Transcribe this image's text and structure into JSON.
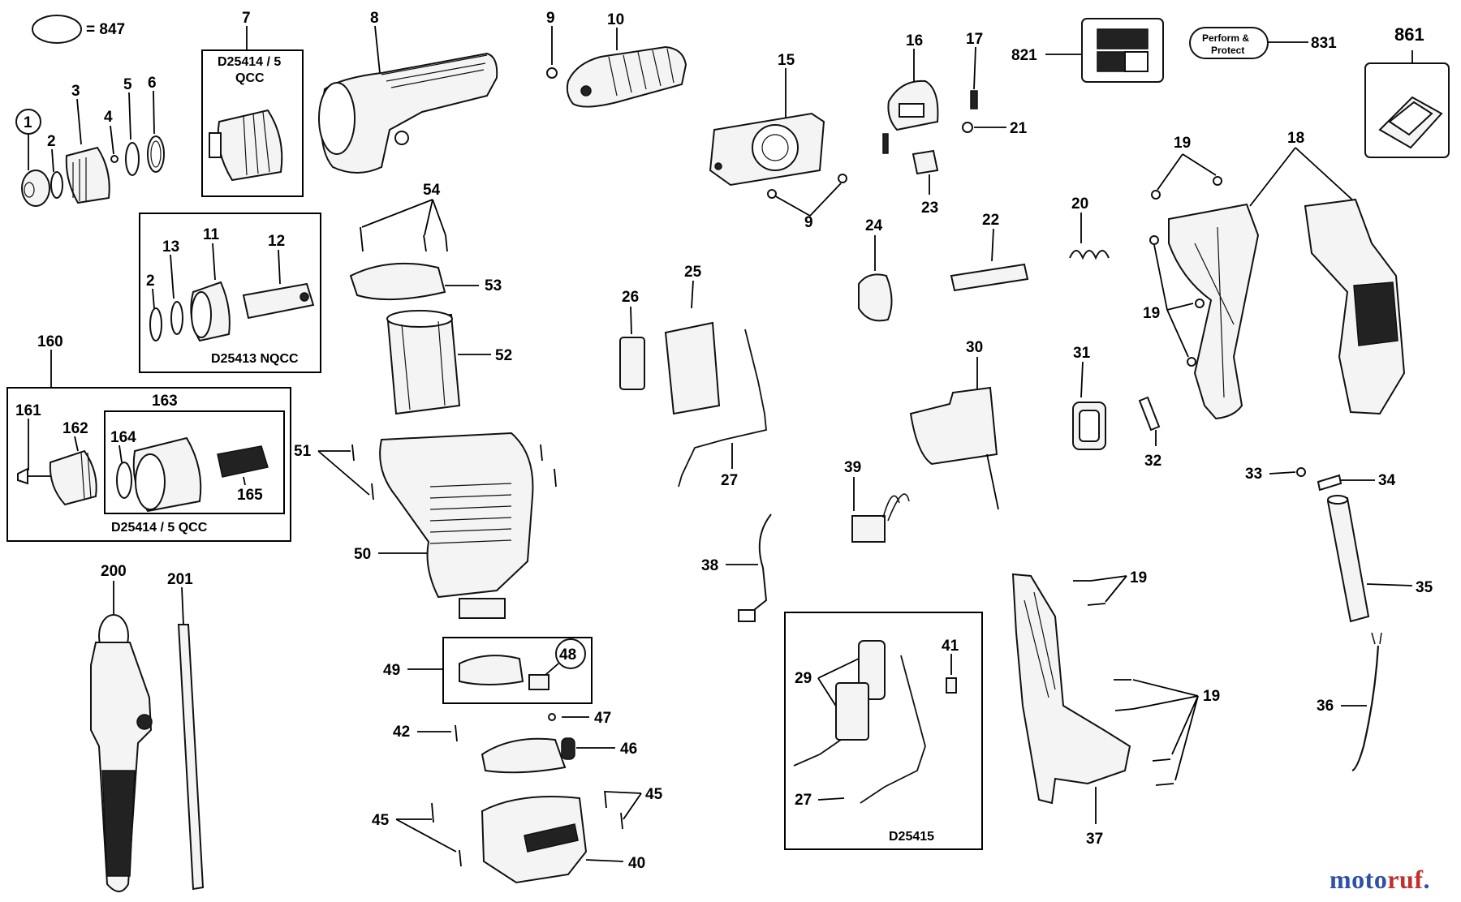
{
  "legend": {
    "ring_equals": "= 847"
  },
  "callouts": [
    {
      "id": "l1",
      "text": "1"
    },
    {
      "id": "l2a",
      "text": "2"
    },
    {
      "id": "l3",
      "text": "3"
    },
    {
      "id": "l4",
      "text": "4"
    },
    {
      "id": "l5",
      "text": "5"
    },
    {
      "id": "l6",
      "text": "6"
    },
    {
      "id": "l7",
      "text": "7"
    },
    {
      "id": "l8",
      "text": "8"
    },
    {
      "id": "l9a",
      "text": "9"
    },
    {
      "id": "l10",
      "text": "10"
    },
    {
      "id": "l15",
      "text": "15"
    },
    {
      "id": "l16",
      "text": "16"
    },
    {
      "id": "l17",
      "text": "17"
    },
    {
      "id": "l821",
      "text": "821"
    },
    {
      "id": "l831",
      "text": "831"
    },
    {
      "id": "l861",
      "text": "861"
    },
    {
      "id": "l21",
      "text": "21"
    },
    {
      "id": "l23",
      "text": "23"
    },
    {
      "id": "l9b",
      "text": "9"
    },
    {
      "id": "l54",
      "text": "54"
    },
    {
      "id": "l53",
      "text": "53"
    },
    {
      "id": "l13",
      "text": "13"
    },
    {
      "id": "l11",
      "text": "11"
    },
    {
      "id": "l12",
      "text": "12"
    },
    {
      "id": "l2b",
      "text": "2"
    },
    {
      "id": "l160",
      "text": "160"
    },
    {
      "id": "l163",
      "text": "163"
    },
    {
      "id": "l161",
      "text": "161"
    },
    {
      "id": "l162",
      "text": "162"
    },
    {
      "id": "l164",
      "text": "164"
    },
    {
      "id": "l165",
      "text": "165"
    },
    {
      "id": "l52",
      "text": "52"
    },
    {
      "id": "l51",
      "text": "51"
    },
    {
      "id": "l50",
      "text": "50"
    },
    {
      "id": "l24",
      "text": "24"
    },
    {
      "id": "l22",
      "text": "22"
    },
    {
      "id": "l20",
      "text": "20"
    },
    {
      "id": "l19a",
      "text": "19"
    },
    {
      "id": "l18",
      "text": "18"
    },
    {
      "id": "l19b",
      "text": "19"
    },
    {
      "id": "l25",
      "text": "25"
    },
    {
      "id": "l26",
      "text": "26"
    },
    {
      "id": "l27a",
      "text": "27"
    },
    {
      "id": "l30",
      "text": "30"
    },
    {
      "id": "l31",
      "text": "31"
    },
    {
      "id": "l32",
      "text": "32"
    },
    {
      "id": "l33",
      "text": "33"
    },
    {
      "id": "l34",
      "text": "34"
    },
    {
      "id": "l39",
      "text": "39"
    },
    {
      "id": "l38",
      "text": "38"
    },
    {
      "id": "l35",
      "text": "35"
    },
    {
      "id": "l200",
      "text": "200"
    },
    {
      "id": "l201",
      "text": "201"
    },
    {
      "id": "l49",
      "text": "49"
    },
    {
      "id": "l48",
      "text": "48"
    },
    {
      "id": "l47",
      "text": "47"
    },
    {
      "id": "l42",
      "text": "42"
    },
    {
      "id": "l46",
      "text": "46"
    },
    {
      "id": "l45a",
      "text": "45"
    },
    {
      "id": "l45b",
      "text": "45"
    },
    {
      "id": "l40",
      "text": "40"
    },
    {
      "id": "l41",
      "text": "41"
    },
    {
      "id": "l29",
      "text": "29"
    },
    {
      "id": "l27b",
      "text": "27"
    },
    {
      "id": "l19c",
      "text": "19"
    },
    {
      "id": "l19d",
      "text": "19"
    },
    {
      "id": "l37",
      "text": "37"
    },
    {
      "id": "l36",
      "text": "36"
    }
  ],
  "boxes": {
    "b7_line1": "D25414 / 5",
    "b7_line2": "QCC",
    "b11": "D25413 NQCC",
    "b160": "D25414 / 5 QCC",
    "bD25415": "D25415"
  },
  "badge_831": {
    "line1": "Perform &",
    "line2": "Protect"
  },
  "brand": {
    "part1": "moto",
    "part2": "ruf",
    "part3": "."
  }
}
